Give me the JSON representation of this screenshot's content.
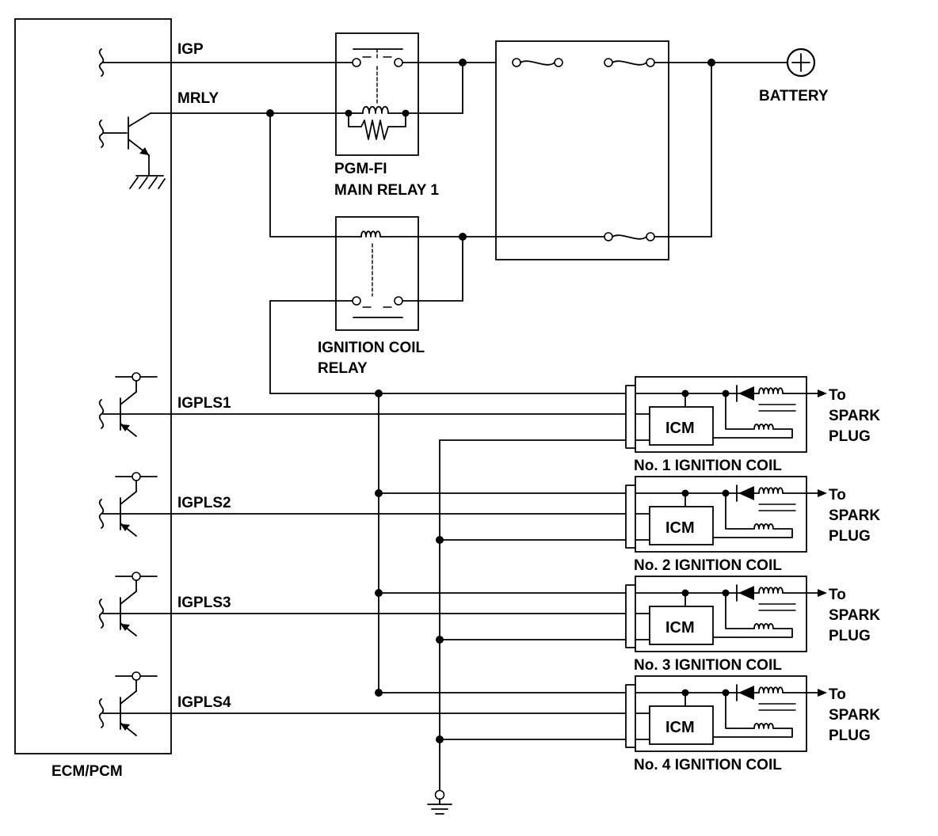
{
  "labels": {
    "igp": "IGP",
    "mrly": "MRLY",
    "battery": "BATTERY",
    "main_relay_line1": "PGM-FI",
    "main_relay_line2": "MAIN RELAY 1",
    "ign_relay_line1": "IGNITION COIL",
    "ign_relay_line2": "RELAY",
    "ecm": "ECM/PCM",
    "icm": "ICM"
  },
  "ignition_coils": [
    {
      "signal": "IGPLS1",
      "name": "No. 1 IGNITION COIL",
      "out1": "To",
      "out2": "SPARK",
      "out3": "PLUG"
    },
    {
      "signal": "IGPLS2",
      "name": "No. 2 IGNITION COIL",
      "out1": "To",
      "out2": "SPARK",
      "out3": "PLUG"
    },
    {
      "signal": "IGPLS3",
      "name": "No. 3 IGNITION COIL",
      "out1": "To",
      "out2": "SPARK",
      "out3": "PLUG"
    },
    {
      "signal": "IGPLS4",
      "name": "No. 4 IGNITION COIL",
      "out1": "To",
      "out2": "SPARK",
      "out3": "PLUG"
    }
  ],
  "icons": {
    "battery": "battery-plus-icon",
    "ground": "ground-icon",
    "chassis_ground": "chassis-ground-icon",
    "fuse": "fuse-icon",
    "relay_coil": "relay-coil-icon",
    "diode": "diode-icon",
    "transistor": "transistor-icon"
  }
}
